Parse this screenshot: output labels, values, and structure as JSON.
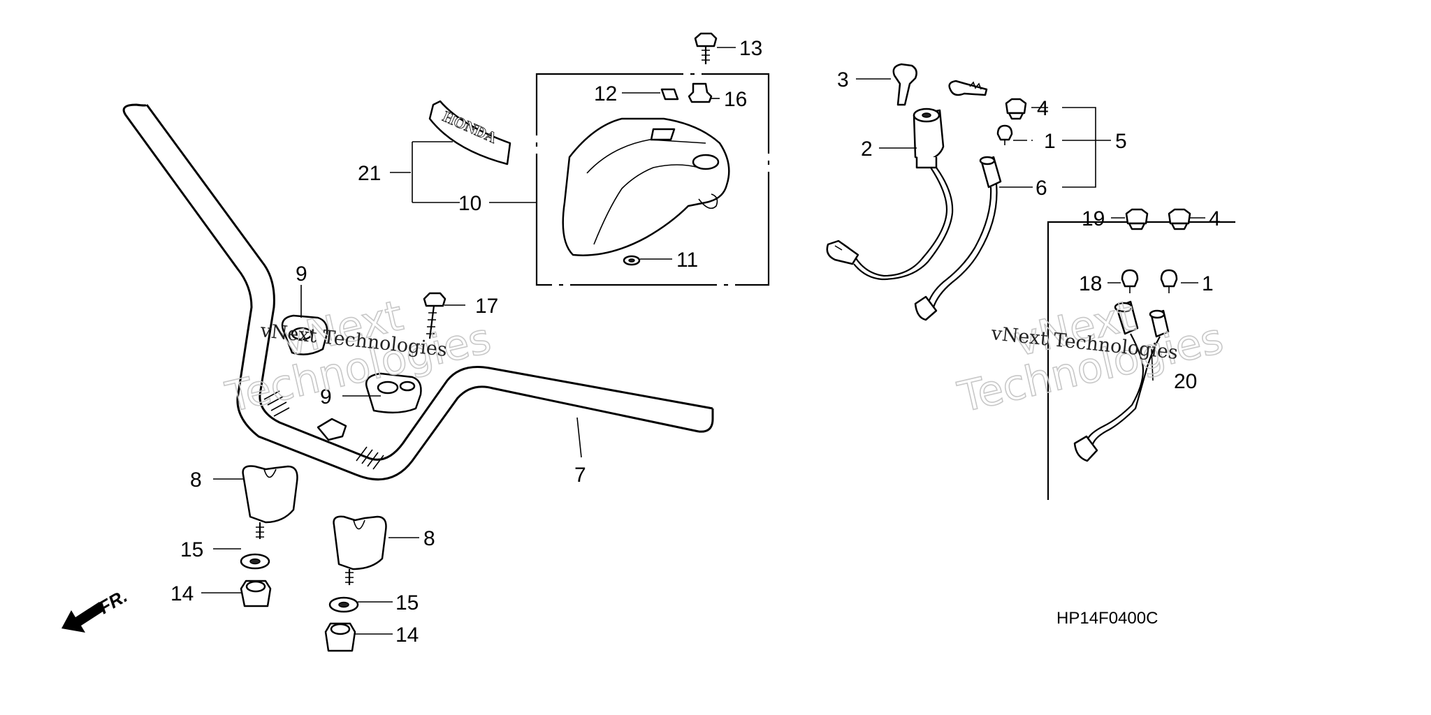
{
  "diagram": {
    "drawing_code": "HP14F0400C",
    "direction_label": "FR.",
    "emblem_text": "HONDA",
    "watermark": {
      "outline_line1": "vNext",
      "outline_line2": "Technologies",
      "text": "vNext Technologies"
    },
    "part_numbers": {
      "p1a": "1",
      "p1b": "1",
      "p2": "2",
      "p3": "3",
      "p4a": "4",
      "p4b": "4",
      "p5": "5",
      "p6": "6",
      "p7": "7",
      "p8a": "8",
      "p8b": "8",
      "p9a": "9",
      "p9b": "9",
      "p10": "10",
      "p11": "11",
      "p12": "12",
      "p13": "13",
      "p14a": "14",
      "p14b": "14",
      "p15a": "15",
      "p15b": "15",
      "p16": "16",
      "p17": "17",
      "p18": "18",
      "p19": "19",
      "p20": "20",
      "p21": "21"
    }
  }
}
